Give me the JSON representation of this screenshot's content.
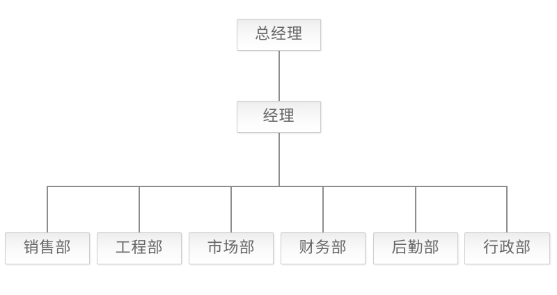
{
  "chart_data": {
    "type": "diagram",
    "diagram_type": "organizational-chart",
    "title": "",
    "orientation": "top-down",
    "levels": 3,
    "nodes": [
      {
        "id": "n0",
        "label": "总经理",
        "level": 0,
        "parent": null
      },
      {
        "id": "n1",
        "label": "经理",
        "level": 1,
        "parent": "n0"
      },
      {
        "id": "n2",
        "label": "销售部",
        "level": 2,
        "parent": "n1"
      },
      {
        "id": "n3",
        "label": "工程部",
        "level": 2,
        "parent": "n1"
      },
      {
        "id": "n4",
        "label": "市场部",
        "level": 2,
        "parent": "n1"
      },
      {
        "id": "n5",
        "label": "财务部",
        "level": 2,
        "parent": "n1"
      },
      {
        "id": "n6",
        "label": "后勤部",
        "level": 2,
        "parent": "n1"
      },
      {
        "id": "n7",
        "label": "行政部",
        "level": 2,
        "parent": "n1"
      }
    ],
    "edges": [
      {
        "from": "n0",
        "to": "n1"
      },
      {
        "from": "n1",
        "to": "n2"
      },
      {
        "from": "n1",
        "to": "n3"
      },
      {
        "from": "n1",
        "to": "n4"
      },
      {
        "from": "n1",
        "to": "n5"
      },
      {
        "from": "n1",
        "to": "n6"
      },
      {
        "from": "n1",
        "to": "n7"
      }
    ],
    "colors": {
      "background": "#ffffff",
      "node_border": "#cccccc",
      "node_fill_top": "#ececec",
      "node_fill_bottom": "#ffffff",
      "label_text": "#666666",
      "connector": "#8d8d8d"
    }
  },
  "nodes": {
    "ceo": {
      "label": "总经理"
    },
    "manager": {
      "label": "经理"
    },
    "sales": {
      "label": "销售部"
    },
    "engineering": {
      "label": "工程部"
    },
    "marketing": {
      "label": "市场部"
    },
    "finance": {
      "label": "财务部"
    },
    "logistics": {
      "label": "后勤部"
    },
    "administration": {
      "label": "行政部"
    }
  }
}
